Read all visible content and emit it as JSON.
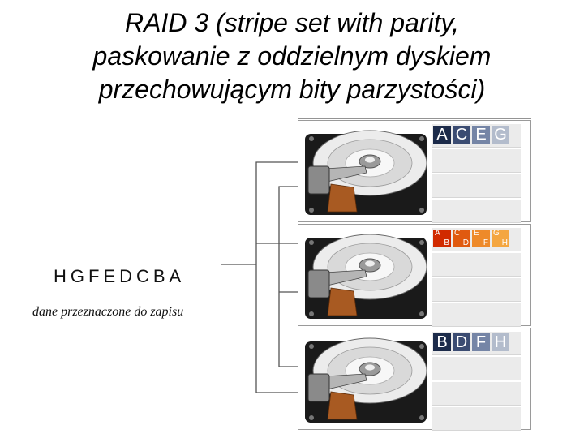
{
  "title": {
    "line1": "RAID 3 (stripe set with parity,",
    "line2": "paskowanie z oddzielnym dyskiem",
    "line3": "przechowującym bity parzystości)"
  },
  "input": {
    "sequence": "HGFEDCBA",
    "caption": "dane przeznaczone do zapisu"
  },
  "disks": [
    {
      "kind": "data",
      "blocks": [
        {
          "label": "A",
          "color": "#1c2b4a"
        },
        {
          "label": "C",
          "color": "#3b4c72"
        },
        {
          "label": "E",
          "color": "#7585a6"
        },
        {
          "label": "G",
          "color": "#b3bccc"
        }
      ]
    },
    {
      "kind": "parity",
      "blocks": [
        {
          "top": "A",
          "bottom": "B",
          "color": "#d12a00"
        },
        {
          "top": "C",
          "bottom": "D",
          "color": "#e05a10"
        },
        {
          "top": "E",
          "bottom": "F",
          "color": "#ee8a2a"
        },
        {
          "top": "G",
          "bottom": "H",
          "color": "#f4a640"
        }
      ]
    },
    {
      "kind": "data",
      "blocks": [
        {
          "label": "B",
          "color": "#1c2b4a"
        },
        {
          "label": "D",
          "color": "#3b4c72"
        },
        {
          "label": "F",
          "color": "#7585a6"
        },
        {
          "label": "H",
          "color": "#b3bccc"
        }
      ]
    }
  ]
}
